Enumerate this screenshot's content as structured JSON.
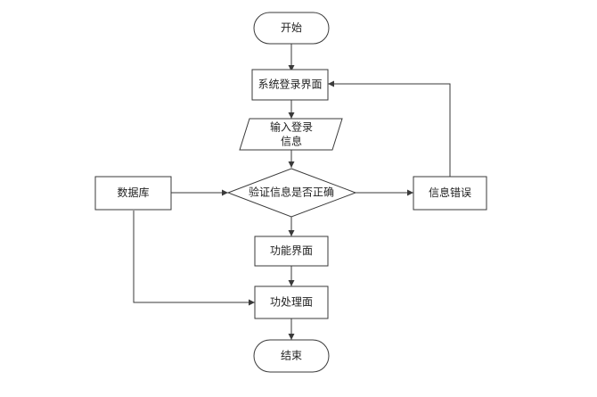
{
  "diagram": {
    "type": "flowchart",
    "nodes": {
      "start": {
        "label": "开始",
        "shape": "terminator"
      },
      "login_screen": {
        "label": "系统登录界面",
        "shape": "process"
      },
      "input_login_line1": {
        "label": "输入登录",
        "shape": "io"
      },
      "input_login_line2": {
        "label": "信息",
        "shape": "io"
      },
      "database": {
        "label": "数据库",
        "shape": "process"
      },
      "verify": {
        "label": "验证信息是否正确",
        "shape": "decision"
      },
      "info_error": {
        "label": "信息错误",
        "shape": "process"
      },
      "function_screen": {
        "label": "功能界面",
        "shape": "process"
      },
      "function_process": {
        "label": "功处理面",
        "shape": "process"
      },
      "end": {
        "label": "结束",
        "shape": "terminator"
      }
    },
    "edges": [
      {
        "from": "start",
        "to": "login_screen"
      },
      {
        "from": "login_screen",
        "to": "input_login"
      },
      {
        "from": "input_login",
        "to": "verify"
      },
      {
        "from": "database",
        "to": "verify"
      },
      {
        "from": "verify",
        "to": "info_error"
      },
      {
        "from": "info_error",
        "to": "login_screen"
      },
      {
        "from": "verify",
        "to": "function_screen"
      },
      {
        "from": "function_screen",
        "to": "function_process"
      },
      {
        "from": "database",
        "to": "function_process"
      },
      {
        "from": "function_process",
        "to": "end"
      }
    ]
  }
}
